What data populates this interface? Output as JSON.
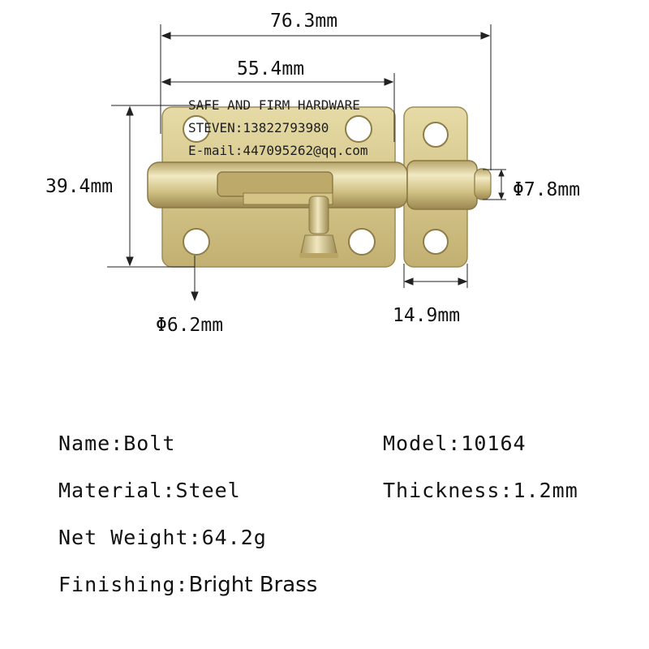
{
  "watermark": {
    "line1": "SAFE AND FIRM HARDWARE",
    "line2": "STEVEN:13822793980",
    "line3": "E-mail:447095262@qq.com"
  },
  "dimensions": {
    "overall_length": "76.3mm",
    "plate_length": "55.4mm",
    "plate_height": "39.4mm",
    "bolt_diameter": "Φ7.8mm",
    "keeper_width": "14.9mm",
    "hole_diameter": "Φ6.2mm"
  },
  "specs": {
    "name": "Name:Bolt",
    "model": "Model:10164",
    "material": "Material:Steel",
    "thickness": "Thickness:1.2mm",
    "net_weight": "Net Weight:64.2g",
    "finishing_label": "Finishing:",
    "finishing_value": "Bright Brass"
  },
  "colors": {
    "brass": "#d7c98c",
    "brass_dark": "#a8965a",
    "brass_light": "#efe6bb"
  }
}
